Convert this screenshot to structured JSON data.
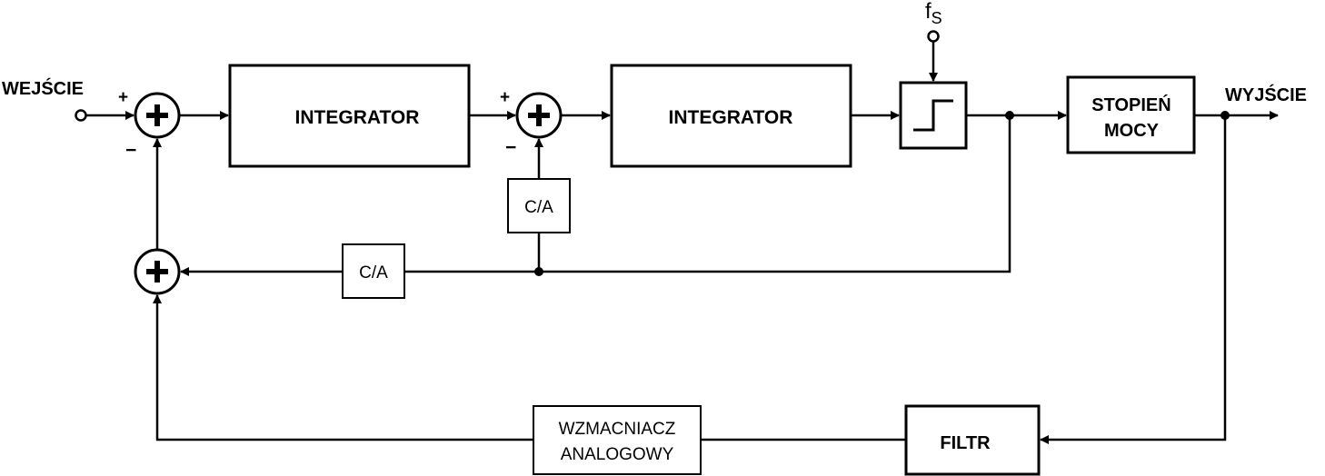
{
  "labels": {
    "input": "WEJŚCIE",
    "output": "WYJŚCIE",
    "integrator_1": "INTEGRATOR",
    "integrator_2": "INTEGRATOR",
    "power_stage_line1": "STOPIEŃ",
    "power_stage_line2": "MOCY",
    "dac_upper": "C/A",
    "dac_lower": "C/A",
    "amplifier_line1": "WZMACNIACZ",
    "amplifier_line2": "ANALOGOWY",
    "filter": "FILTR",
    "sampling_f": "f",
    "sampling_sub": "S",
    "sign_plus": "+",
    "sign_minus": "−"
  },
  "colors": {
    "stroke": "#000000",
    "background": "#ffffff"
  }
}
